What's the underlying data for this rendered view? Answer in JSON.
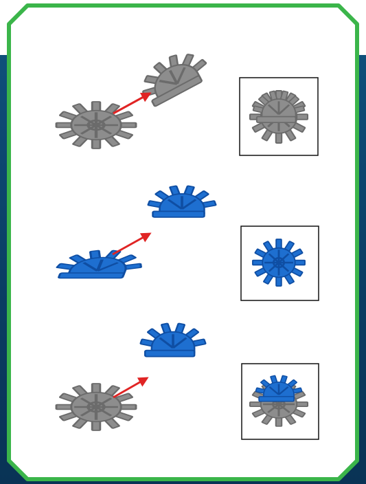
{
  "instruction_sheet": {
    "frame_color": "#3bb54a",
    "background_color": "#0b4468",
    "arrow_color": "#e02424",
    "steps": [
      {
        "left_part": "gray-gear-part",
        "right_part": "gray-half-gear-part",
        "result": "gray-gear-assembly"
      },
      {
        "left_part": "blue-flat-gear-part",
        "right_part": "blue-half-gear-part",
        "result": "blue-gear-assembly"
      },
      {
        "left_part": "gray-gear-part",
        "right_part": "blue-half-gear-part",
        "result": "gray-blue-gear-assembly"
      }
    ],
    "colors": {
      "gray": "#8d8d8d",
      "gray_dark": "#6b6b6b",
      "blue": "#1e6fd0",
      "blue_dark": "#0f4ea3"
    }
  }
}
